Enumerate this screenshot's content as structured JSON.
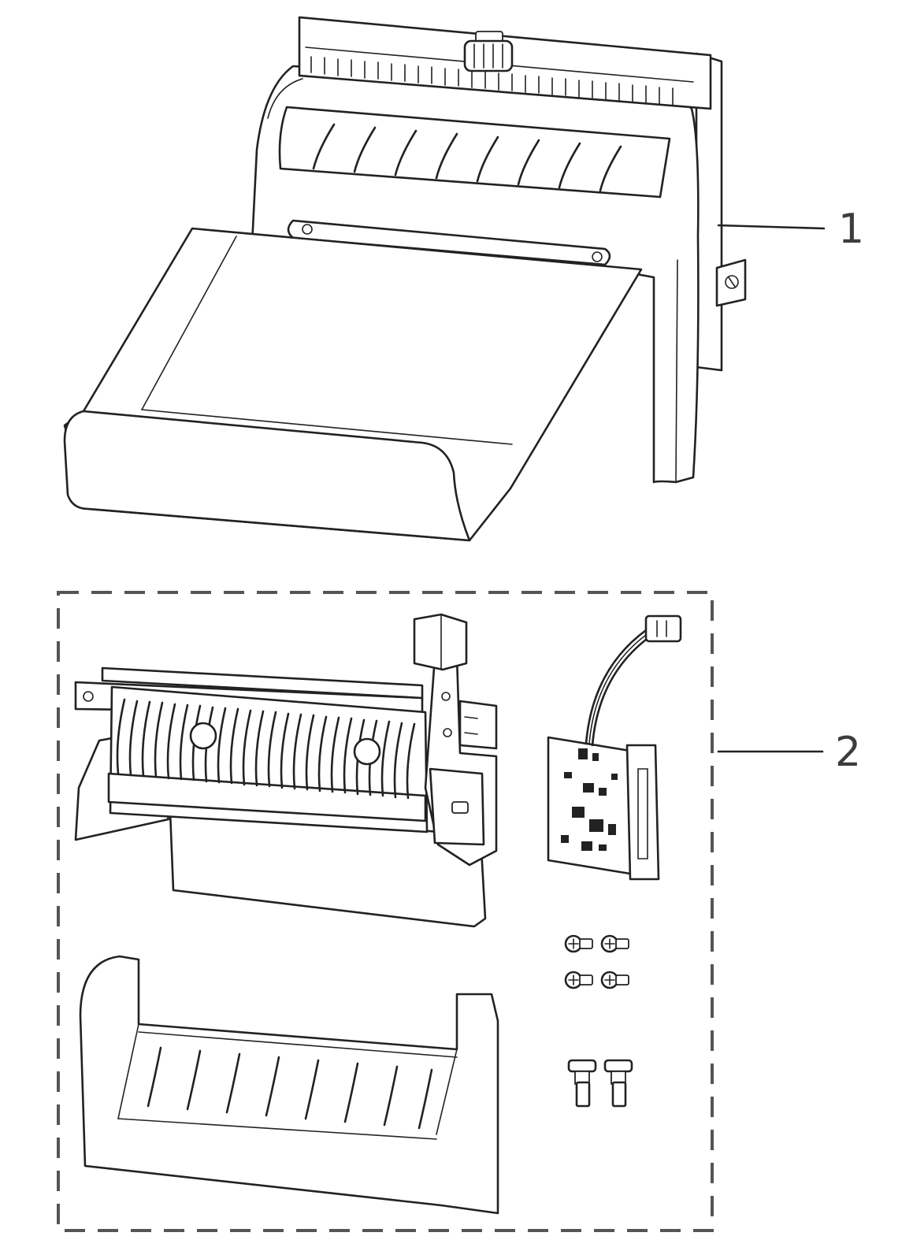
{
  "figure": {
    "callouts": [
      {
        "label": "1",
        "target": "cutter-assembly"
      },
      {
        "label": "2",
        "target": "replacement-parts-kit"
      }
    ]
  },
  "colors": {
    "line": "#222222",
    "callout": "#3c3c3c",
    "dashed_frame": "#555555",
    "fill": "#ffffff"
  }
}
